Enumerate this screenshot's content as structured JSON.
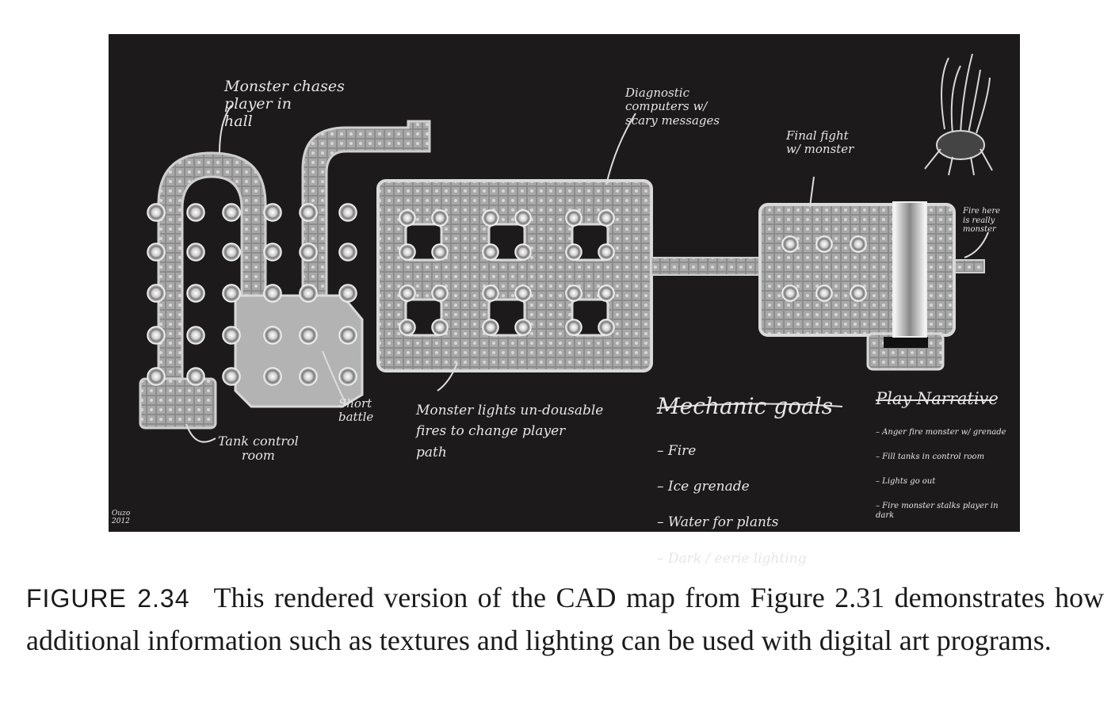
{
  "map": {
    "annotations": {
      "monster_chases": "Monster chases\nplayer in\nhall",
      "diagnostic": "Diagnostic\ncomputers w/\nscary messages",
      "final_fight": "Final fight\nw/ monster",
      "fire_here": "Fire here\nis really\nmonster",
      "short_battle": "Short\nbattle",
      "tank_control": "Tank control\nroom",
      "monster_lights": "Monster lights un-dousable\nfires to change player\npath",
      "signature": "Ouzo\n2012"
    },
    "mechanic_goals": {
      "heading": "Mechanic goals",
      "items": [
        "– Fire",
        "– Ice grenade",
        "– Water for plants",
        "– Dark / eerie lighting"
      ]
    },
    "play_narrative": {
      "heading": "Play Narrative",
      "items": [
        "– Anger fire monster w/ grenade",
        "– Fill tanks in control room",
        "– Lights go out",
        "– Fire monster stalks player in dark"
      ]
    }
  },
  "caption": {
    "label": "FIGURE 2.34",
    "text": "This rendered version of the CAD map from Figure 2.31 demonstrates how additional information such as textures and lighting can be used with digital art programs."
  }
}
